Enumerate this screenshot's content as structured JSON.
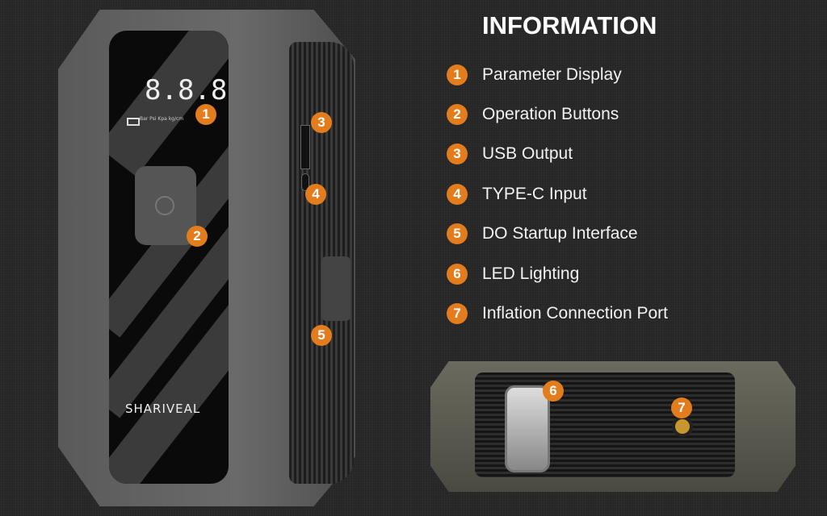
{
  "heading": "INFORMATION",
  "items": [
    {
      "num": "1",
      "label": "Parameter Display"
    },
    {
      "num": "2",
      "label": "Operation Buttons"
    },
    {
      "num": "3",
      "label": "USB Output"
    },
    {
      "num": "4",
      "label": "TYPE-C Input"
    },
    {
      "num": "5",
      "label": "DO Startup Interface"
    },
    {
      "num": "6",
      "label": "LED Lighting"
    },
    {
      "num": "7",
      "label": "Inflation Connection Port"
    }
  ],
  "device": {
    "display_digits": "8.8.8",
    "units": "Bar Psi Kpa kg/cm",
    "brand": "SHARIVEAL"
  },
  "colors": {
    "accent": "#e27c1c",
    "background": "#262626"
  }
}
